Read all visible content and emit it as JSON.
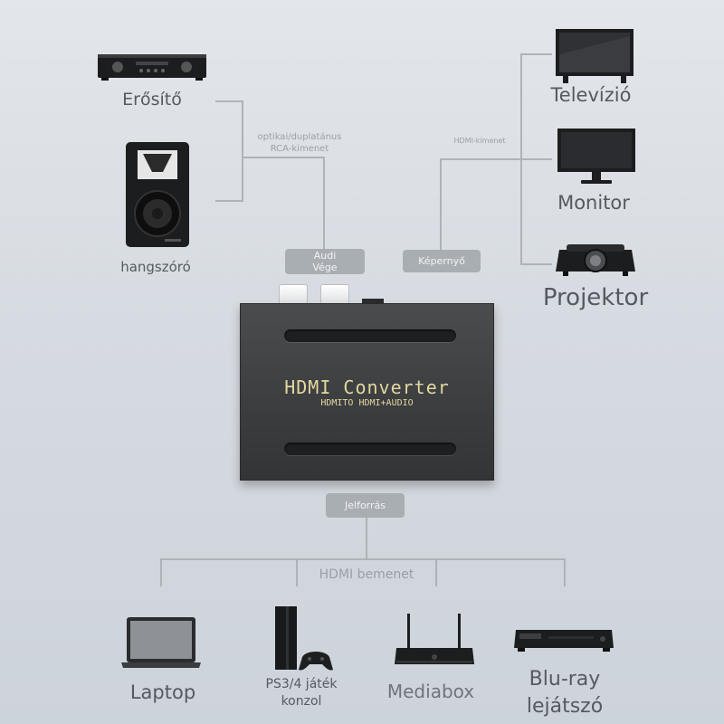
{
  "devices": {
    "amplifier": "Erősítő",
    "speaker": "hangszóró",
    "tv": "Televízió",
    "monitor": "Monitor",
    "projector": "Projektor",
    "laptop": "Laptop",
    "ps_line1": "PS3/4 játék",
    "ps_line2": "konzol",
    "mediabox": "Mediabox",
    "bluray_line1": "Blu-ray",
    "bluray_line2": "lejátszó"
  },
  "connections": {
    "audio_output_line1": "optikai/duplatánus",
    "audio_output_line2": "RCA-kimenet",
    "hdmi_output": "HDMI-kimenet",
    "hdmi_input": "HDMI bemenet"
  },
  "ports": {
    "audio_end_line1": "Audi",
    "audio_end_line2": "Vége",
    "display": "Képernyő",
    "signal_source": "Jelforrás"
  },
  "converter": {
    "title": "HDMI Converter",
    "subtitle": "HDMITO HDMI+AUDIO"
  },
  "colors": {
    "line": "#aeb3b8",
    "pill": "#a9aeb3",
    "device_dark": "#1c1d1f",
    "box": "#3e4042",
    "box_text": "#e3d7a0"
  }
}
